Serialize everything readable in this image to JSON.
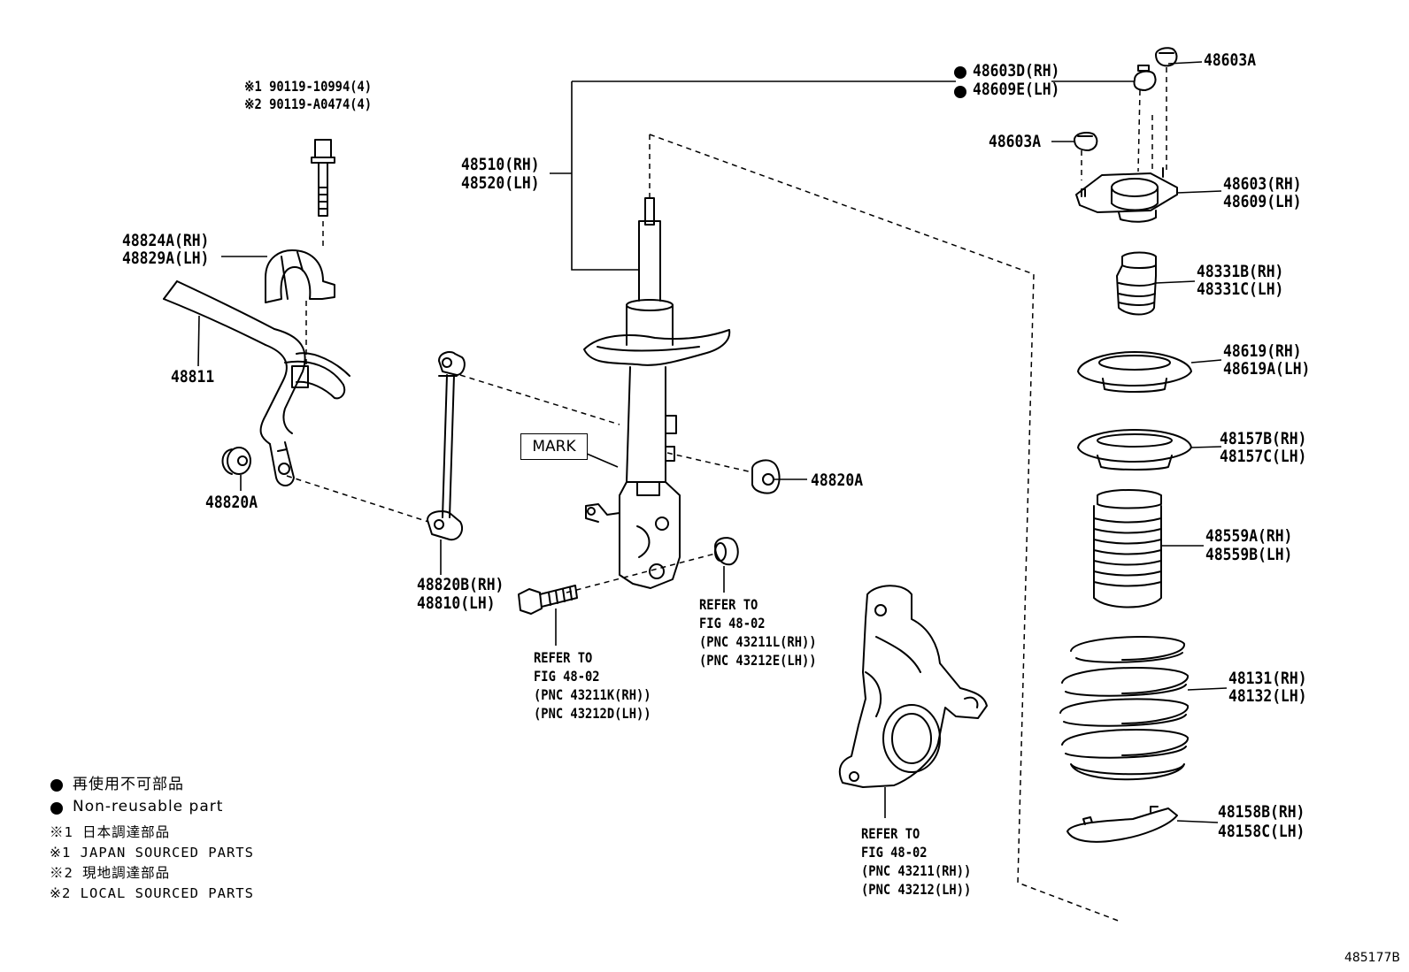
{
  "labels": {
    "bolt_note_1": "※1 90119-10994(4)",
    "bolt_note_2": "※2 90119-A0474(4)",
    "bracket_rh": "48824A(RH)",
    "bracket_lh": "48829A(LH)",
    "stabilizer_bar": "48811",
    "bushing_left": "48820A",
    "bushing_right": "48820A",
    "link_rh": "48820B(RH)",
    "link_lh": "48810(LH)",
    "strut_rh": "48510(RH)",
    "strut_lh": "48520(LH)",
    "mark": "MARK",
    "nut_top_rh": "48603D(RH)",
    "nut_top_lh": "48609E(LH)",
    "nut_a_top": "48603A",
    "nut_a_left": "48603A",
    "mount_rh": "48603(RH)",
    "mount_lh": "48609(LH)",
    "bumper_rh": "48331B(RH)",
    "bumper_lh": "48331C(LH)",
    "seat_upper_rh": "48619(RH)",
    "seat_upper_lh": "48619A(LH)",
    "insulator_rh": "48157B(RH)",
    "insulator_lh": "48157C(LH)",
    "boot_rh": "48559A(RH)",
    "boot_lh": "48559B(LH)",
    "spring_rh": "48131(RH)",
    "spring_lh": "48132(LH)",
    "insulator_lower_rh": "48158B(RH)",
    "insulator_lower_lh": "48158C(LH)"
  },
  "refs": {
    "bolt": [
      "REFER TO",
      "FIG 48-02",
      "(PNC 43211K(RH))",
      "(PNC 43212D(LH))"
    ],
    "nut": [
      "REFER TO",
      "FIG 48-02",
      "(PNC 43211L(RH))",
      "(PNC 43212E(LH))"
    ],
    "knuckle": [
      "REFER TO",
      "FIG 48-02",
      "(PNC 43211(RH))",
      "(PNC 43212(LH))"
    ]
  },
  "legend": {
    "non_reusable_jp": "再使用不可部品",
    "non_reusable_en": "Non-reusable part",
    "note1_jp": "※1 日本調達部品",
    "note1_en": "※1 JAPAN SOURCED PARTS",
    "note2_jp": "※2 現地調達部品",
    "note2_en": "※2 LOCAL SOURCED PARTS"
  },
  "doc_id": "485177B"
}
